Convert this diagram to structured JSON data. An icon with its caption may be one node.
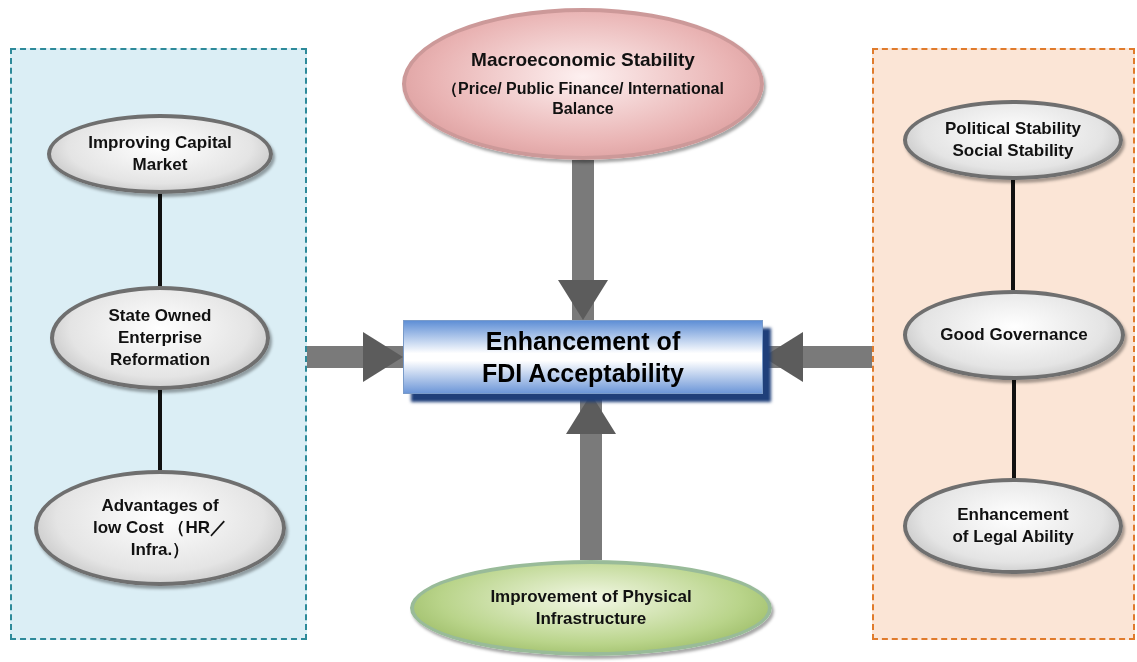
{
  "diagram": {
    "nodes": [
      {
        "text": [],
        "shape": "box"
      },
      {
        "text": [
          "Improving Capital Market"
        ],
        "in": 0
      },
      {
        "text": [
          "State Owned Enterprise Reformation"
        ],
        "in": 0
      },
      {
        "text": [
          "Advantages of low Cost （HR／Infra.）"
        ],
        "in": 0
      },
      {
        "text": [
          "Macroeconomic Stability",
          "（Price/ Public Finance/ International Balance"
        ]
      },
      {
        "text": [],
        "shape": "box"
      },
      {
        "text": [
          "Political Stability Social Stability"
        ],
        "in": 5
      },
      {
        "text": [
          "Good Governance"
        ],
        "in": 5
      },
      {
        "text": [
          "Enhancement of Legal Ability"
        ],
        "in": 5
      },
      {
        "text": [
          "Enhancement of FDI Acceptability"
        ]
      },
      {
        "text": [
          "Improvement of Physical Infrastructure"
        ]
      }
    ],
    "edges": [
      {
        "from": 1,
        "to": 2,
        "arrow": "none"
      },
      {
        "from": 2,
        "to": 3,
        "arrow": "none"
      },
      {
        "from": 6,
        "to": 7,
        "arrow": "none"
      },
      {
        "from": 7,
        "to": 8,
        "arrow": "none"
      },
      {
        "from": 4,
        "to": 9,
        "arrow": "to",
        "style": "thick",
        "color": "#7a7a7a"
      },
      {
        "from": 0,
        "to": 9,
        "arrow": "to",
        "style": "thick",
        "color": "#7a7a7a"
      },
      {
        "from": 5,
        "to": 9,
        "arrow": "to",
        "style": "thick",
        "color": "#7a7a7a"
      },
      {
        "from": 10,
        "to": 9,
        "arrow": "to",
        "style": "thick",
        "color": "#7a7a7a"
      }
    ]
  }
}
